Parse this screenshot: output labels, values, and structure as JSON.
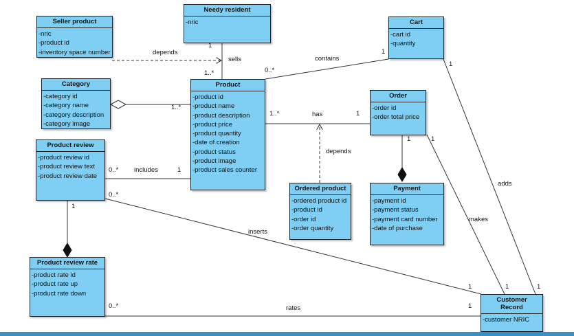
{
  "diagram": {
    "classes": {
      "seller_product": {
        "name": "Seller product",
        "attributes": [
          "-nric",
          "-product id",
          "-inventory space number"
        ]
      },
      "needy_resident": {
        "name": "Needy resident",
        "attributes": [
          "-nric"
        ]
      },
      "cart": {
        "name": "Cart",
        "attributes": [
          "-cart id",
          "-quantity"
        ]
      },
      "category": {
        "name": "Category",
        "attributes": [
          "-category id",
          "-category name",
          "-category description",
          "-category image"
        ]
      },
      "product": {
        "name": "Product",
        "attributes": [
          "-product id",
          "-product name",
          "-product description",
          "-product price",
          "-product quantity",
          "-date of creation",
          "-product status",
          "-product image",
          "-product sales counter"
        ]
      },
      "order": {
        "name": "Order",
        "attributes": [
          "-order id",
          "-order total price"
        ]
      },
      "product_review": {
        "name": "Product review",
        "attributes": [
          "-product review id",
          "-product review text",
          "-product review date"
        ]
      },
      "ordered_product": {
        "name": "Ordered product",
        "attributes": [
          "-ordered product id",
          "-product id",
          "-order id",
          "-order quantity"
        ]
      },
      "payment": {
        "name": "Payment",
        "attributes": [
          "-payment id",
          "-payment status",
          "-payment card number",
          "-date of purchase"
        ]
      },
      "product_review_rate": {
        "name": "Product review rate",
        "attributes": [
          "-product rate id",
          "-product rate up",
          "-product rate down"
        ]
      },
      "customer_record": {
        "name": "Customer Record",
        "attributes": [
          "-customer NRIC"
        ]
      }
    },
    "labels": {
      "depends_seller": "depends",
      "sells": "sells",
      "sells_mult_top": "1",
      "sells_mult_bottom": "1..*",
      "contains": "contains",
      "contains_mult_product": "0..*",
      "contains_mult_cart": "1",
      "category_mult": "1..*",
      "has": "has",
      "has_mult_product": "1..*",
      "has_mult_order": "1",
      "depends_ordered": "depends",
      "includes": "includes",
      "includes_mult_review": "0..*",
      "includes_mult_product": "1",
      "review_insert_mult": "0..*",
      "review_rate_mult": "1",
      "inserts": "inserts",
      "inserts_mult_customer": "1",
      "payment_mult": "1",
      "makes_mult_order": "1",
      "makes": "makes",
      "makes_mult_customer": "1",
      "adds_mult_cart": "1",
      "adds": "adds",
      "adds_mult_customer": "1",
      "rates_mult_rate": "0..*",
      "rates": "rates",
      "rates_mult_customer": "1"
    }
  }
}
